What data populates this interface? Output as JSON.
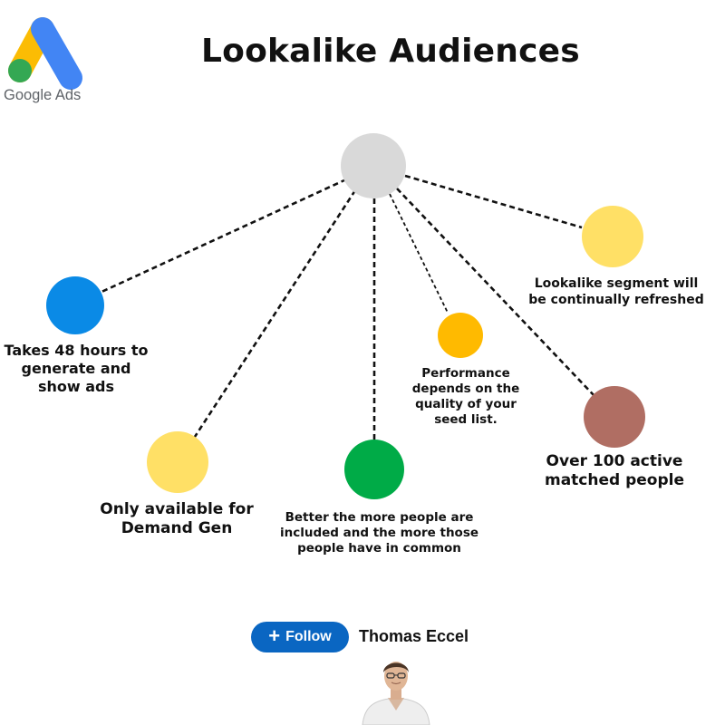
{
  "logo": {
    "brand_text": "Google Ads"
  },
  "title": "Lookalike Audiences",
  "diagram": {
    "center_node": {
      "color": "#d9d9d9"
    },
    "nodes": [
      {
        "id": "48-hours",
        "label": "Takes 48 hours to generate and show ads",
        "color": "#0a8ae6"
      },
      {
        "id": "demand-gen",
        "label": "Only available for Demand Gen",
        "color": "#ffe066"
      },
      {
        "id": "more-people",
        "label": "Better the more people are included and the more those people have in common",
        "color": "#00ab47"
      },
      {
        "id": "seed-list",
        "label": "Performance depends on the quality of your seed list.",
        "color": "#ffba00"
      },
      {
        "id": "100-active",
        "label": "Over 100 active matched people",
        "color": "#b06e63"
      },
      {
        "id": "refreshed",
        "label": "Lookalike segment will be continually refreshed",
        "color": "#ffe066"
      }
    ]
  },
  "author": {
    "follow_label": "Follow",
    "name": "Thomas Eccel"
  }
}
